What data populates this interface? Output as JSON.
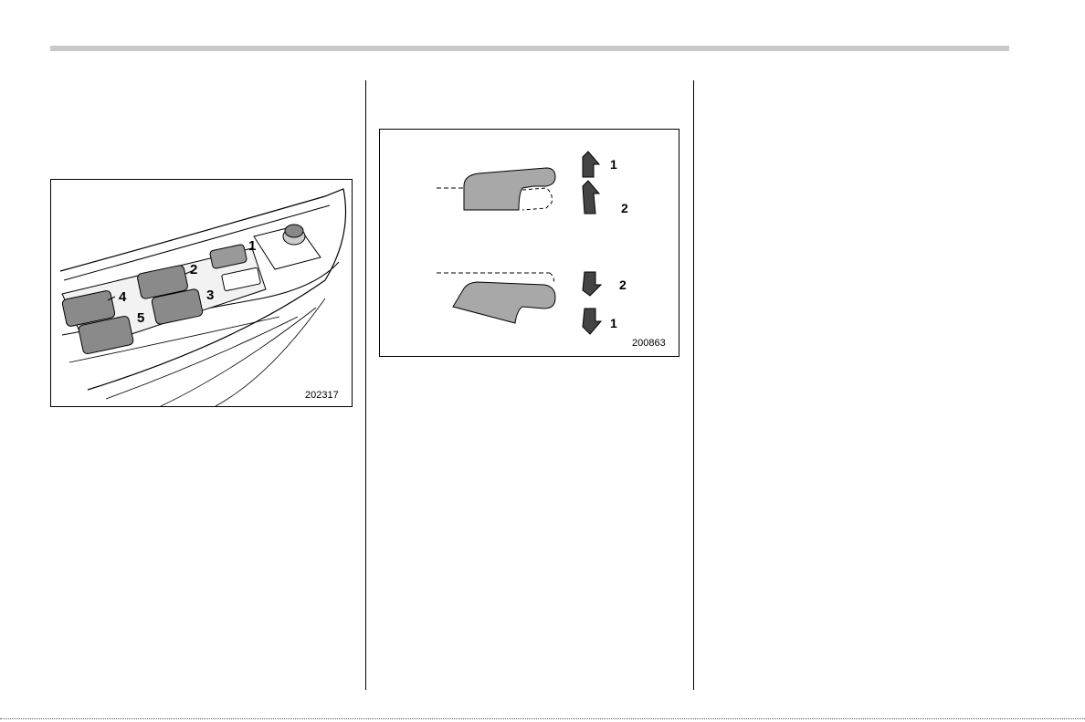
{
  "figure_left": {
    "id_label": "202317",
    "callouts": [
      "1",
      "2",
      "3",
      "4",
      "5"
    ]
  },
  "figure_right": {
    "id_label": "200863",
    "up_labels": [
      "1",
      "2"
    ],
    "down_labels": [
      "2",
      "1"
    ]
  }
}
